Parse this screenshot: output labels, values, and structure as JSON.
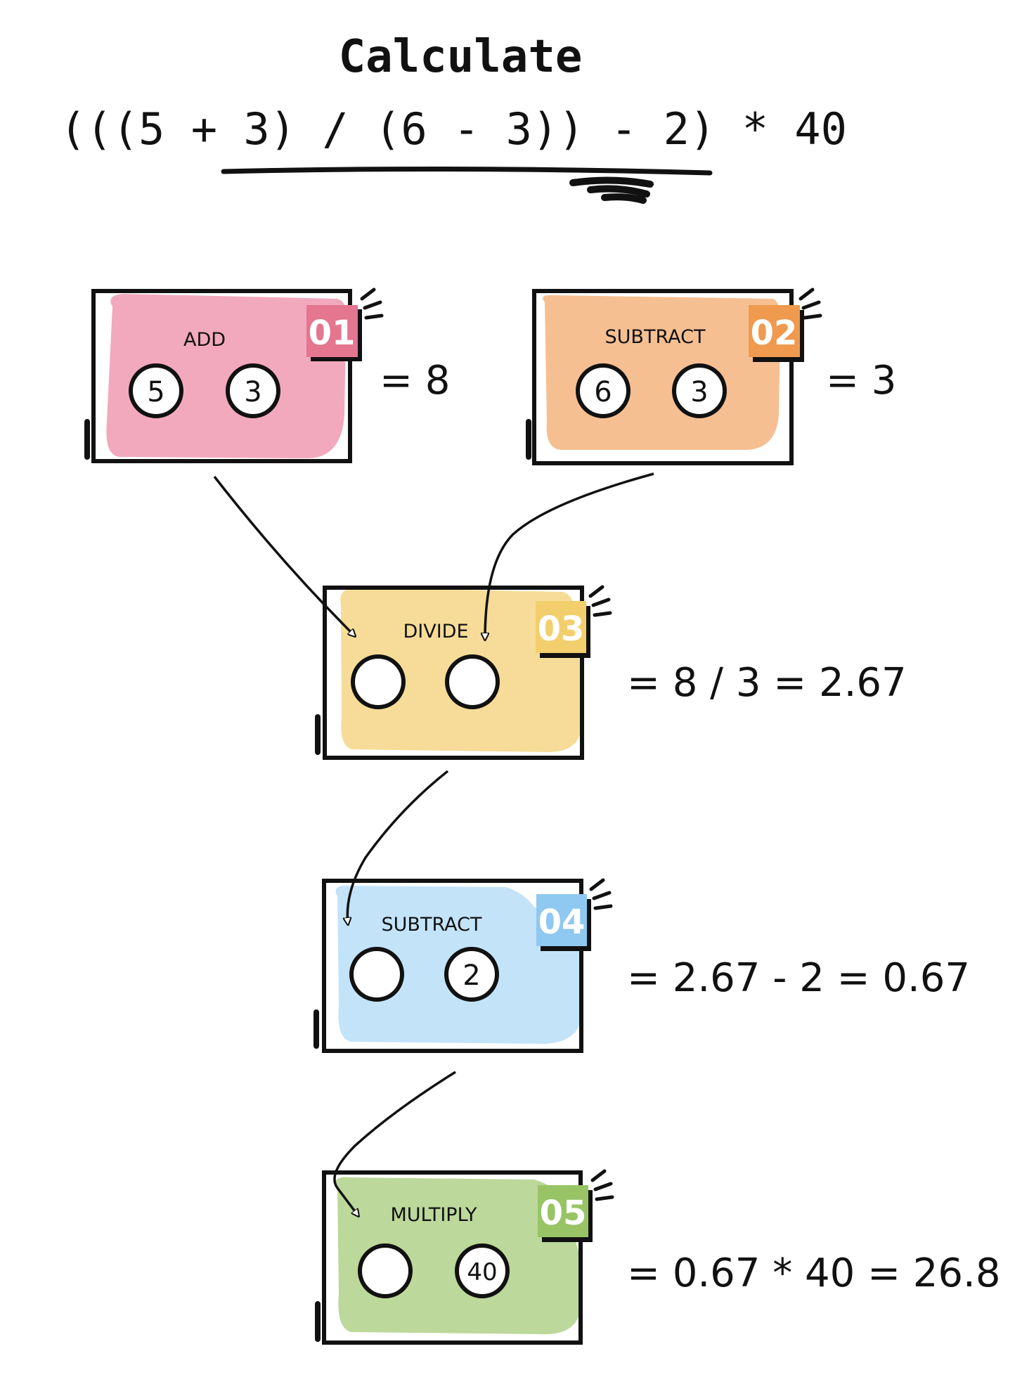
{
  "title": {
    "heading": "Calculate",
    "expression": "(((5 + 3) / (6 - 3)) - 2) * 40"
  },
  "steps": [
    {
      "number": "01",
      "label": "ADD",
      "inputs": [
        "5",
        "3"
      ],
      "result": "= 8",
      "color": "#f2a9bd",
      "tag_color": "#e4768f"
    },
    {
      "number": "02",
      "label": "SUBTRACT",
      "inputs": [
        "6",
        "3"
      ],
      "result": "= 3",
      "color": "#f6bf92",
      "tag_color": "#ef9a4f"
    },
    {
      "number": "03",
      "label": "DIVIDE",
      "inputs": [
        "",
        ""
      ],
      "result": "= 8 / 3 = 2.67",
      "color": "#f6dc98",
      "tag_color": "#f2cf6c"
    },
    {
      "number": "04",
      "label": "SUBTRACT",
      "inputs": [
        "",
        "2"
      ],
      "result": "= 2.67 - 2 = 0.67",
      "color": "#c3e3f9",
      "tag_color": "#8fc8f1"
    },
    {
      "number": "05",
      "label": "MULTIPLY",
      "inputs": [
        "",
        "40"
      ],
      "result": "= 0.67 * 40 = 26.8",
      "color": "#bcd89a",
      "tag_color": "#98c465"
    }
  ]
}
